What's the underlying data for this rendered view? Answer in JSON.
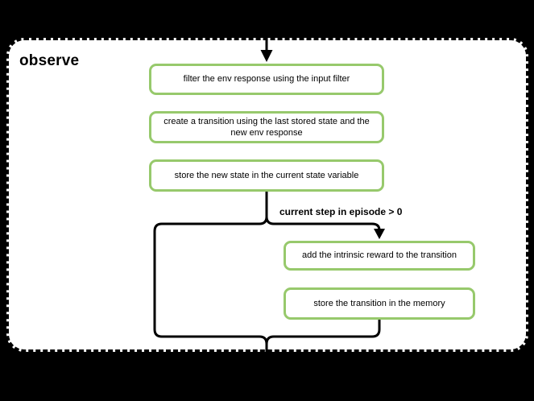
{
  "title": "observe",
  "nodes": [
    {
      "id": "filter-env-response",
      "label": "filter the env response using the input filter"
    },
    {
      "id": "create-transition",
      "label": "create a transition using the last stored state and the\nnew env response"
    },
    {
      "id": "store-new-state",
      "label": "store the new state in the current state variable"
    },
    {
      "id": "add-intrinsic-reward",
      "label": "add the intrinsic reward to the transition"
    },
    {
      "id": "store-transition",
      "label": "store the transition in the memory"
    }
  ],
  "condition_label": "current step in episode > 0",
  "icons": {
    "incoming_arrow": "arrow-down",
    "condition_true_arrow": "arrow-down"
  },
  "colors": {
    "page_background": "#000000",
    "container_fill": "#ffffff",
    "container_border": "#000000",
    "node_border": "#97c96c",
    "node_fill": "#ffffff",
    "connector": "#000000",
    "text": "#000000"
  }
}
